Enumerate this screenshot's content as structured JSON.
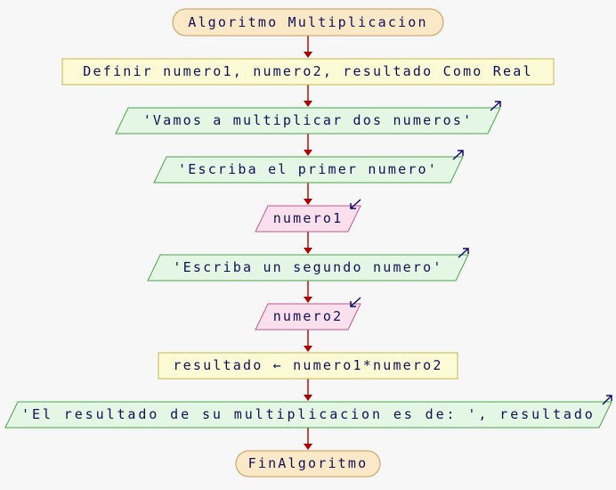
{
  "diagram": {
    "steps": [
      {
        "kind": "terminal",
        "text": "Algoritmo Multiplicacion"
      },
      {
        "kind": "process",
        "text": "Definir numero1, numero2, resultado Como Real"
      },
      {
        "kind": "output",
        "text": "'Vamos a multiplicar dos numeros'"
      },
      {
        "kind": "output",
        "text": "'Escriba el primer numero'"
      },
      {
        "kind": "input",
        "text": "numero1"
      },
      {
        "kind": "output",
        "text": "'Escriba un segundo numero'"
      },
      {
        "kind": "input",
        "text": "numero2"
      },
      {
        "kind": "process",
        "text": "resultado ← numero1*numero2"
      },
      {
        "kind": "output",
        "text": "'El resultado de su multiplicacion es de: ', resultado"
      },
      {
        "kind": "terminal",
        "text": "FinAlgoritmo"
      }
    ]
  },
  "colors": {
    "terminal_fill": "#fbe8c6",
    "process_fill": "#fdfbd5",
    "output_fill": "#e4f7e4",
    "input_fill": "#fae0ec",
    "connector": "#b00000",
    "io_arrow": "#0c0c70",
    "text": "#10105a"
  }
}
